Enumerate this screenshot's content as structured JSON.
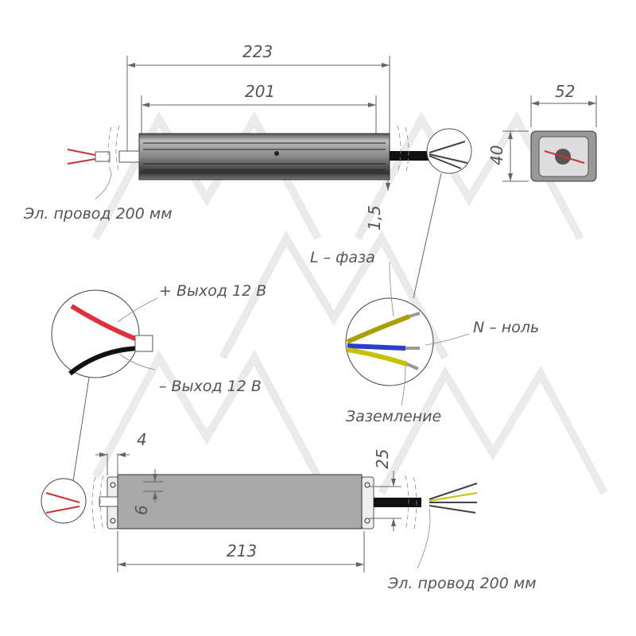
{
  "dimensions": {
    "overall_length": "223",
    "body_length": "201",
    "side_width": "52",
    "side_height": "40",
    "gap": "1,5",
    "bracket_offset": "4",
    "bracket_height": "25",
    "hole": "6",
    "mount_length": "213"
  },
  "labels": {
    "wire_top": "Эл. провод 200 мм",
    "wire_bottom": "Эл. провод 200 мм",
    "phase": "L – фаза",
    "neutral": "N – ноль",
    "plus_out": "+ Выход 12 В",
    "minus_out": "– Выход 12 В",
    "ground": "Заземление"
  },
  "watermark": "MM",
  "colors": {
    "line": "#666666",
    "body": "#8a8a8a",
    "red": "#e0303a",
    "yellow": "#c9c000",
    "blue": "#2a3fc8",
    "black": "#111111"
  }
}
